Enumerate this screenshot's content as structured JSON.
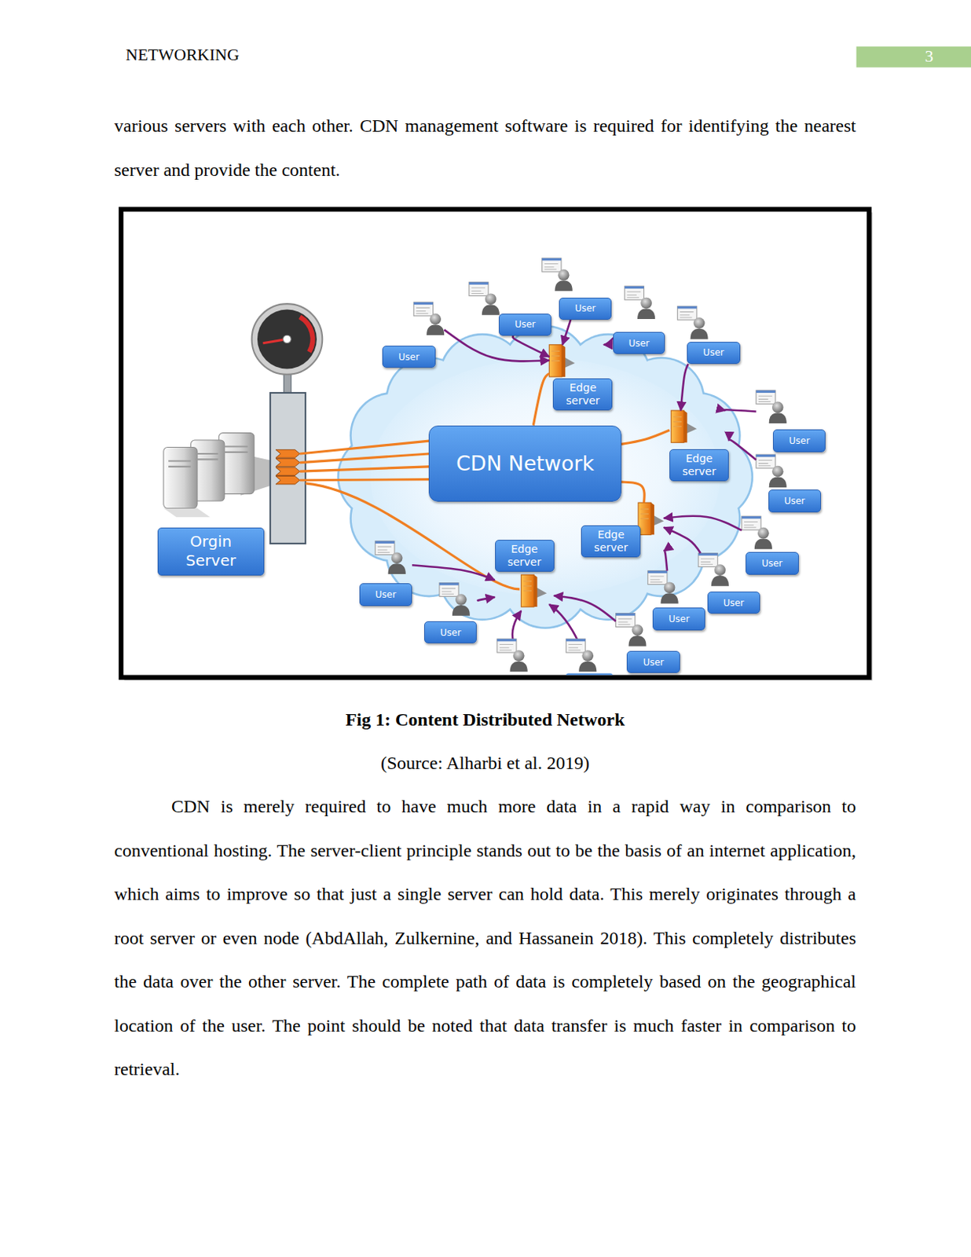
{
  "diagram": {
    "caption": "Fig 1: Content Distributed Network",
    "nodes": [
      {
        "text": [
          "Orgin Server"
        ]
      },
      {
        "text": [
          "CDN Network"
        ]
      },
      {
        "text": [
          "Edge server"
        ]
      },
      {
        "text": [
          "Edge server"
        ]
      },
      {
        "text": [
          "Edge server"
        ]
      },
      {
        "text": [
          "Edge server"
        ]
      },
      {
        "text": [
          "User"
        ]
      },
      {
        "text": [
          "User"
        ]
      },
      {
        "text": [
          "User"
        ]
      },
      {
        "text": [
          "User"
        ]
      },
      {
        "text": [
          "User"
        ]
      },
      {
        "text": [
          "User"
        ]
      },
      {
        "text": [
          "User"
        ]
      },
      {
        "text": [
          "User"
        ]
      },
      {
        "text": [
          "User"
        ]
      },
      {
        "text": [
          "User"
        ]
      },
      {
        "text": [
          "User"
        ]
      },
      {
        "text": [
          "User"
        ]
      },
      {
        "text": [
          "User"
        ]
      }
    ],
    "edges": [
      {
        "from": 1,
        "to": 2,
        "arrow": "none"
      },
      {
        "from": 1,
        "to": 3,
        "arrow": "none"
      },
      {
        "from": 1,
        "to": 4,
        "arrow": "none"
      },
      {
        "from": 6,
        "to": 2,
        "arrow": "to"
      },
      {
        "from": 7,
        "to": 2,
        "arrow": "to"
      },
      {
        "from": 8,
        "to": 2,
        "arrow": "to"
      },
      {
        "from": 9,
        "to": 2,
        "arrow": "to"
      },
      {
        "from": 10,
        "to": 3,
        "arrow": "to"
      },
      {
        "from": 11,
        "to": 3,
        "arrow": "to"
      },
      {
        "from": 12,
        "to": 3,
        "arrow": "to"
      },
      {
        "from": 13,
        "to": 4,
        "arrow": "to"
      },
      {
        "from": 14,
        "to": 4,
        "arrow": "to"
      },
      {
        "from": 15,
        "to": 4,
        "arrow": "to"
      },
      {
        "from": 16,
        "to": 5,
        "arrow": "to"
      },
      {
        "from": 17,
        "to": 5,
        "arrow": "to"
      },
      {
        "from": 18,
        "to": 5,
        "arrow": "to"
      }
    ],
    "labels": [
      "NETWORKING",
      "3",
      "various servers with each other. CDN management software is required for identifying the nearest server and provide the content.",
      "(Source: Alharbi et al. 2019)",
      "CDN is merely required to have much more data in a rapid way in comparison to conventional hosting. The server-client principle stands out to be the basis of an internet application, which aims to improve so that just a single server can hold data. This merely originates through a root server or even node (AbdAllah, Zulkernine, and Hassanein 2018). This completely distributes the data over the other server. The complete path of data is completely based on the geographical location of the user. The point should be noted that data transfer is much faster in comparison to retrieval."
    ]
  }
}
